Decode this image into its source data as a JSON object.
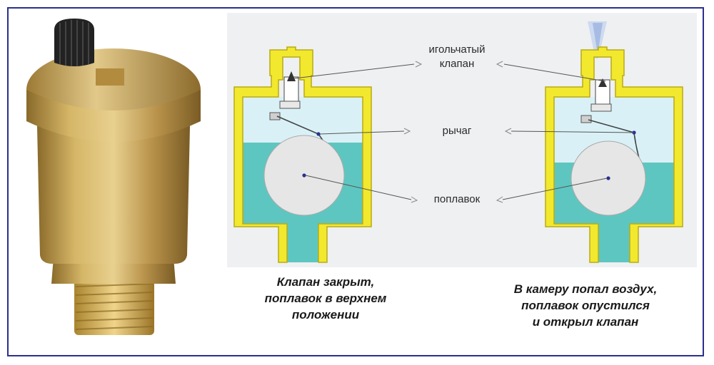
{
  "labels": {
    "needle_valve_line1": "игольчатый",
    "needle_valve_line2": "клапан",
    "lever": "рычаг",
    "float": "поплавок"
  },
  "captions": {
    "left": [
      "Клапан закрыт,",
      "поплавок в верхнем",
      "положении"
    ],
    "right": [
      "В камеру попал воздух,",
      "поплавок опустился",
      "и открыл клапан"
    ]
  },
  "colors": {
    "frame": "#2b2f8f",
    "housing": "#f2e82e",
    "water": "#5ec6c0",
    "air": "#d9f1f6",
    "float": "#e6e6e6",
    "brass": "#c9a34e"
  }
}
